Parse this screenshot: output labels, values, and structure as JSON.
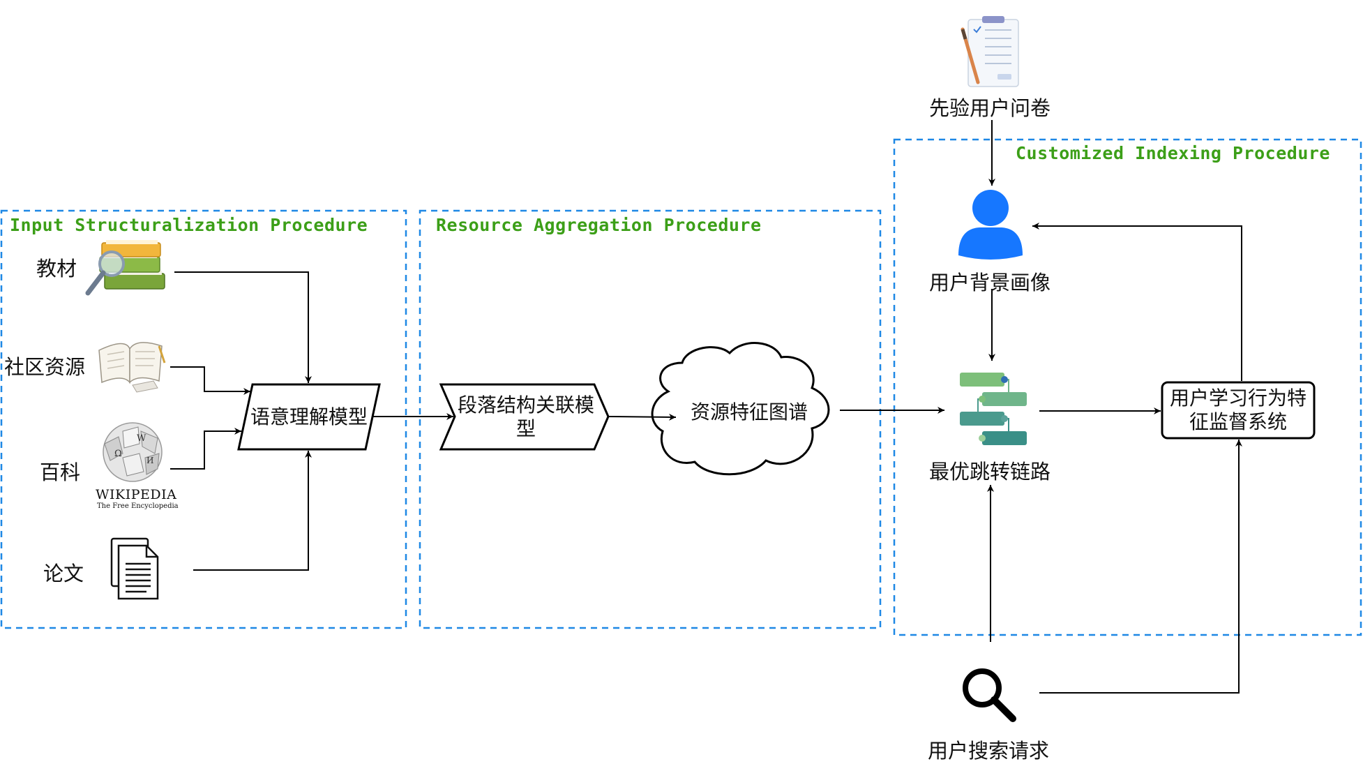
{
  "procedures": {
    "input": "Input Structuralization Procedure",
    "aggregation": "Resource Aggregation Procedure",
    "indexing": "Customized Indexing Procedure"
  },
  "sources": {
    "textbook": "教材",
    "community": "社区资源",
    "encyclopedia": "百科",
    "paper": "论文"
  },
  "wikipedia": {
    "wordmark": "WIKIPEDIA",
    "tagline": "The Free Encyclopedia"
  },
  "nodes": {
    "semantic_model": "语意理解模型",
    "paragraph_model": "段落结构关联模型",
    "feature_graph": "资源特征图谱",
    "questionnaire": "先验用户问卷",
    "user_profile": "用户背景画像",
    "optimal_path": "最优跳转链路",
    "behavior_monitor": "用户学习行为特征监督系统",
    "search_request": "用户搜索请求"
  },
  "colors": {
    "procedure_border": "#1e88e5",
    "procedure_title": "#3c9f18",
    "user_icon": "#1677ff",
    "path_green": "#7dbf7a",
    "path_teal": "#3a8f87"
  },
  "icons": [
    "books-magnifier-icon",
    "open-book-icon",
    "wikipedia-globe-icon",
    "document-icon",
    "clipboard-checklist-icon",
    "user-avatar-icon",
    "step-path-icon",
    "search-icon"
  ]
}
